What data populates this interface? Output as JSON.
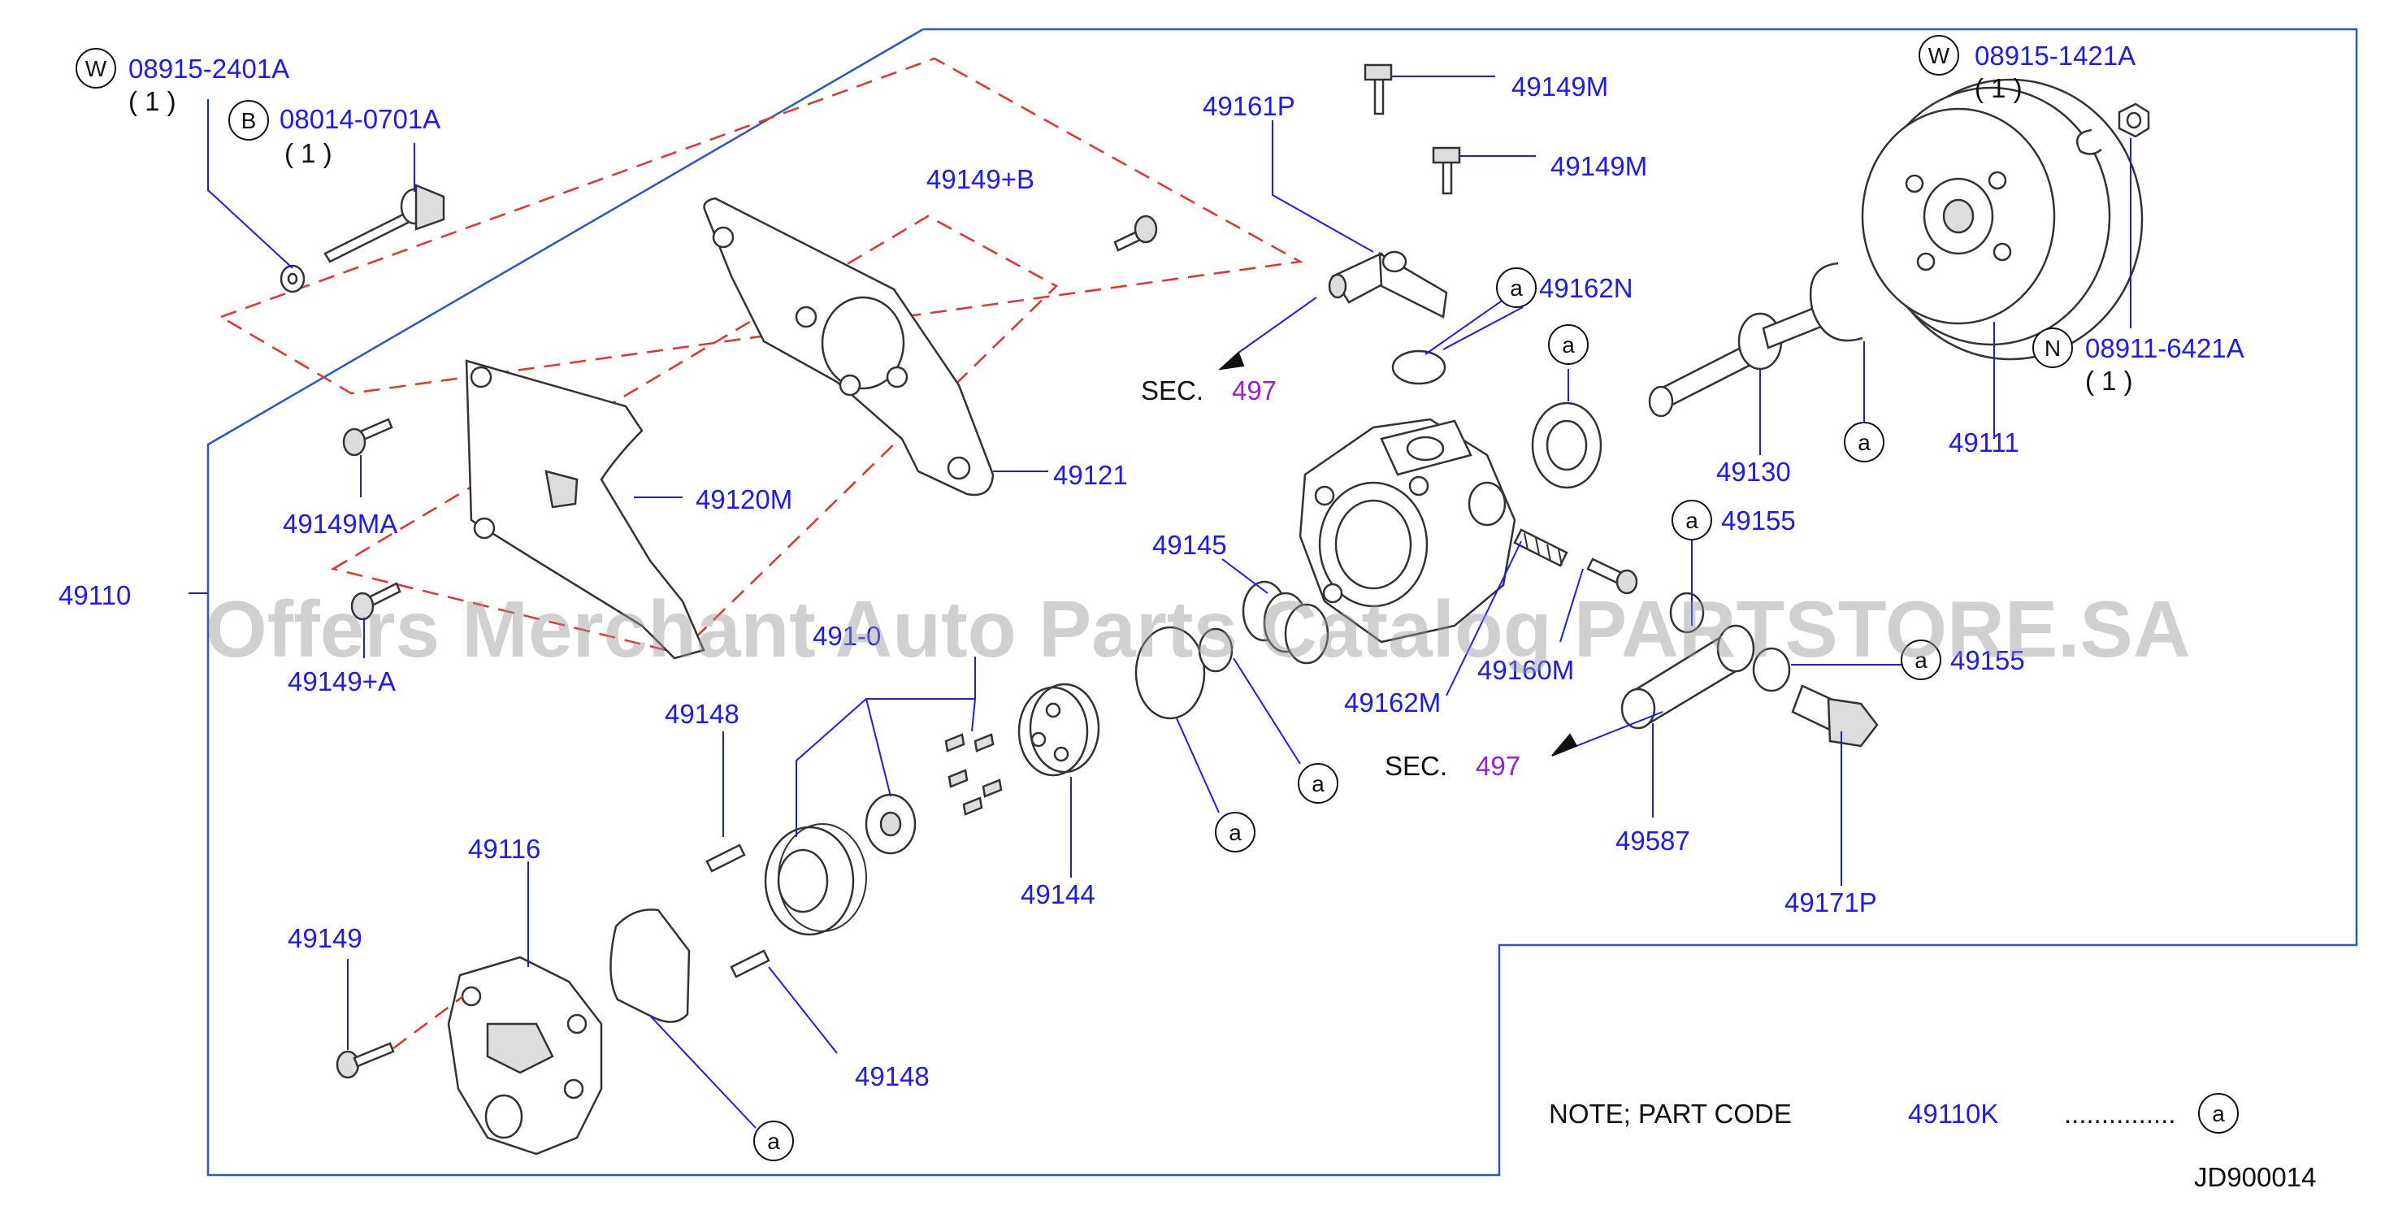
{
  "labels": {
    "w1_code": "08915-2401A",
    "w1_qty": "( 1 )",
    "w1_letter": "W",
    "b_code": "08014-0701A",
    "b_qty": "( 1 )",
    "b_letter": "B",
    "w2_code": "08915-1421A",
    "w2_qty": "( 1 )",
    "w2_letter": "W",
    "n_code": "08911-6421A",
    "n_qty": "( 1 )",
    "n_letter": "N",
    "p49149M_1": "49149M",
    "p49149M_2": "49149M",
    "p49161P": "49161P",
    "p49149B": "49149+B",
    "p49162N": "49162N",
    "p49130": "49130",
    "p49111": "49111",
    "p49121": "49121",
    "p49120M": "49120M",
    "p49149MA": "49149MA",
    "p49110": "49110",
    "p49149A": "49149+A",
    "p49145": "49145",
    "p49155_1": "49155",
    "p49155_2": "49155",
    "p49160M": "49160M",
    "p49162M": "49162M",
    "p49148_1": "49148",
    "p49148_2": "49148",
    "p49144": "49144",
    "p49116": "49116",
    "p49149": "49149",
    "p49587": "49587",
    "p49171P": "49171P",
    "p49140": "491-0",
    "sec1_prefix": "SEC.",
    "sec1_num": "497",
    "sec2_prefix": "SEC.",
    "sec2_num": "497",
    "marker_a": "a",
    "note_prefix": "NOTE;  PART  CODE",
    "note_code": "49110K",
    "note_dots": "...............",
    "note_marker": "a",
    "diagram_id": "JD900014"
  },
  "watermark": "Offers Merchant Auto Parts Catalog PARTSTORE.SA",
  "colors": {
    "label_blue": "#1a1aff",
    "section_purple": "#9b1fd6",
    "frame_blue": "#2a56c6",
    "dashed_red": "#e8312b",
    "part_outline": "#333333"
  }
}
